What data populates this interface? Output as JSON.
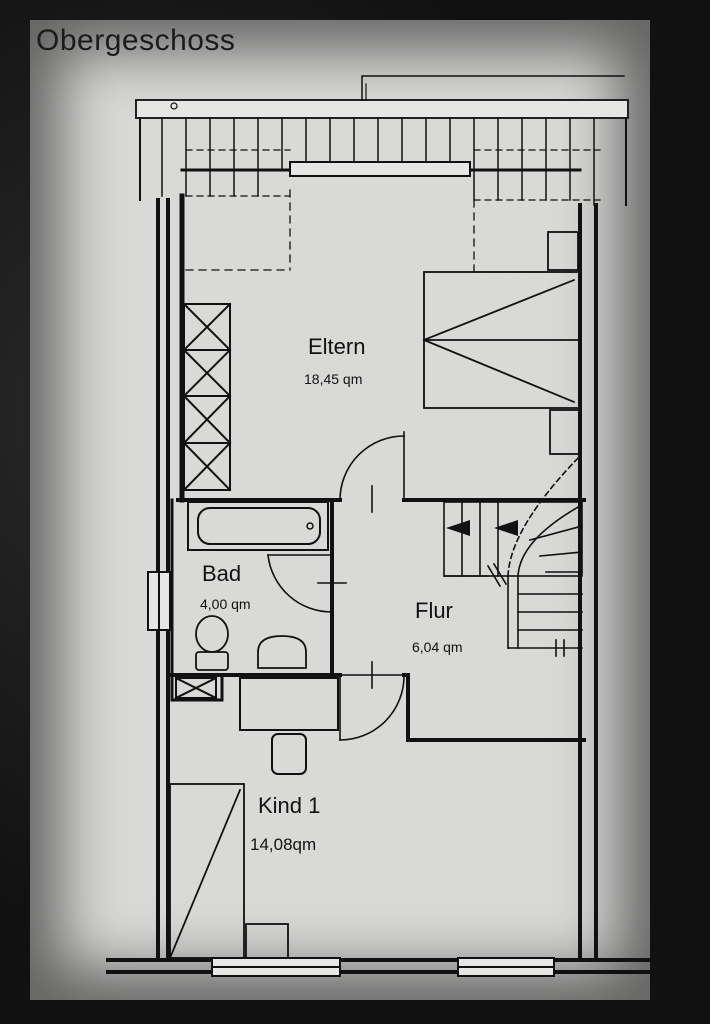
{
  "plan": {
    "title": "Obergeschoss",
    "rooms": [
      {
        "id": "eltern",
        "name": "Eltern",
        "area": "18,45 qm"
      },
      {
        "id": "bad",
        "name": "Bad",
        "area": "4,00 qm"
      },
      {
        "id": "flur",
        "name": "Flur",
        "area": "6,04 qm"
      },
      {
        "id": "kind1",
        "name": "Kind 1",
        "area": "14,08qm"
      }
    ]
  }
}
